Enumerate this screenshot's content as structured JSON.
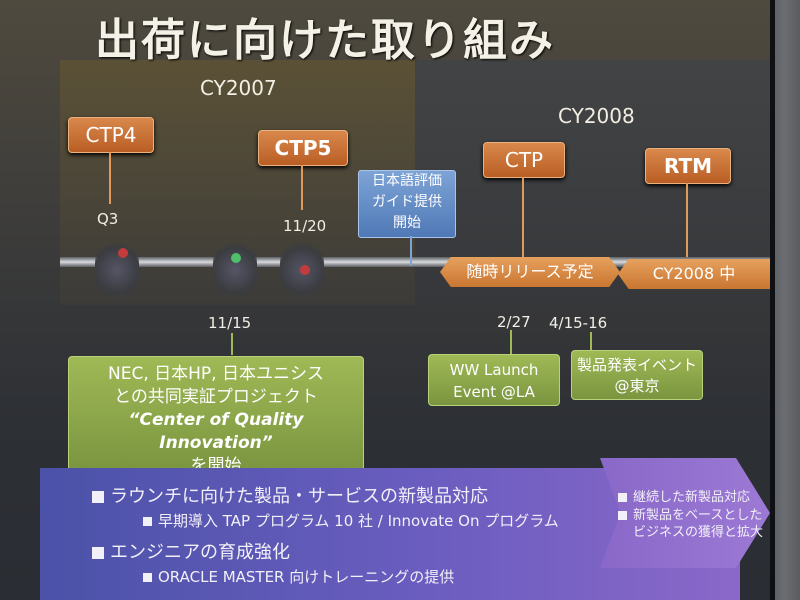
{
  "slide": {
    "title": "出荷に向けた取り組み",
    "years": {
      "y2007": "CY2007",
      "y2008": "CY2008"
    },
    "milestones": {
      "ctp4": "CTP4",
      "ctp5": "CTP5",
      "ctp": "CTP",
      "rtm": "RTM"
    },
    "labels": {
      "q3": "Q3",
      "d1120": "11/20",
      "d1115": "11/15",
      "d227": "2/27",
      "d415": "4/15-16",
      "guide_l1": "日本語評価",
      "guide_l2": "ガイド提供",
      "guide_l3": "開始",
      "release": "随時リリース予定",
      "cy2008mid": "CY2008 中"
    },
    "boxes": {
      "coi_l1": "NEC, 日本HP, 日本ユニシス",
      "coi_l2": "との共同実証プロジェクト",
      "coi_l3": "“Center of Quality Innovation”",
      "coi_l4": "を開始",
      "ww_l1": "WW Launch",
      "ww_l2": "Event @LA",
      "event_l1": "製品発表イベント",
      "event_l2": "@東京"
    },
    "bottom": {
      "b1": "ラウンチに向けた製品・サービスの新製品対応",
      "b1a": "早期導入 TAP プログラム 10 社 / Innovate On プログラム",
      "b2": "エンジニアの育成強化",
      "b2a": "ORACLE MASTER 向けトレーニングの提供",
      "r1": "継続した新製品対応",
      "r2": "新製品をベースとした",
      "r3": "ビジネスの獲得と拡大"
    }
  }
}
